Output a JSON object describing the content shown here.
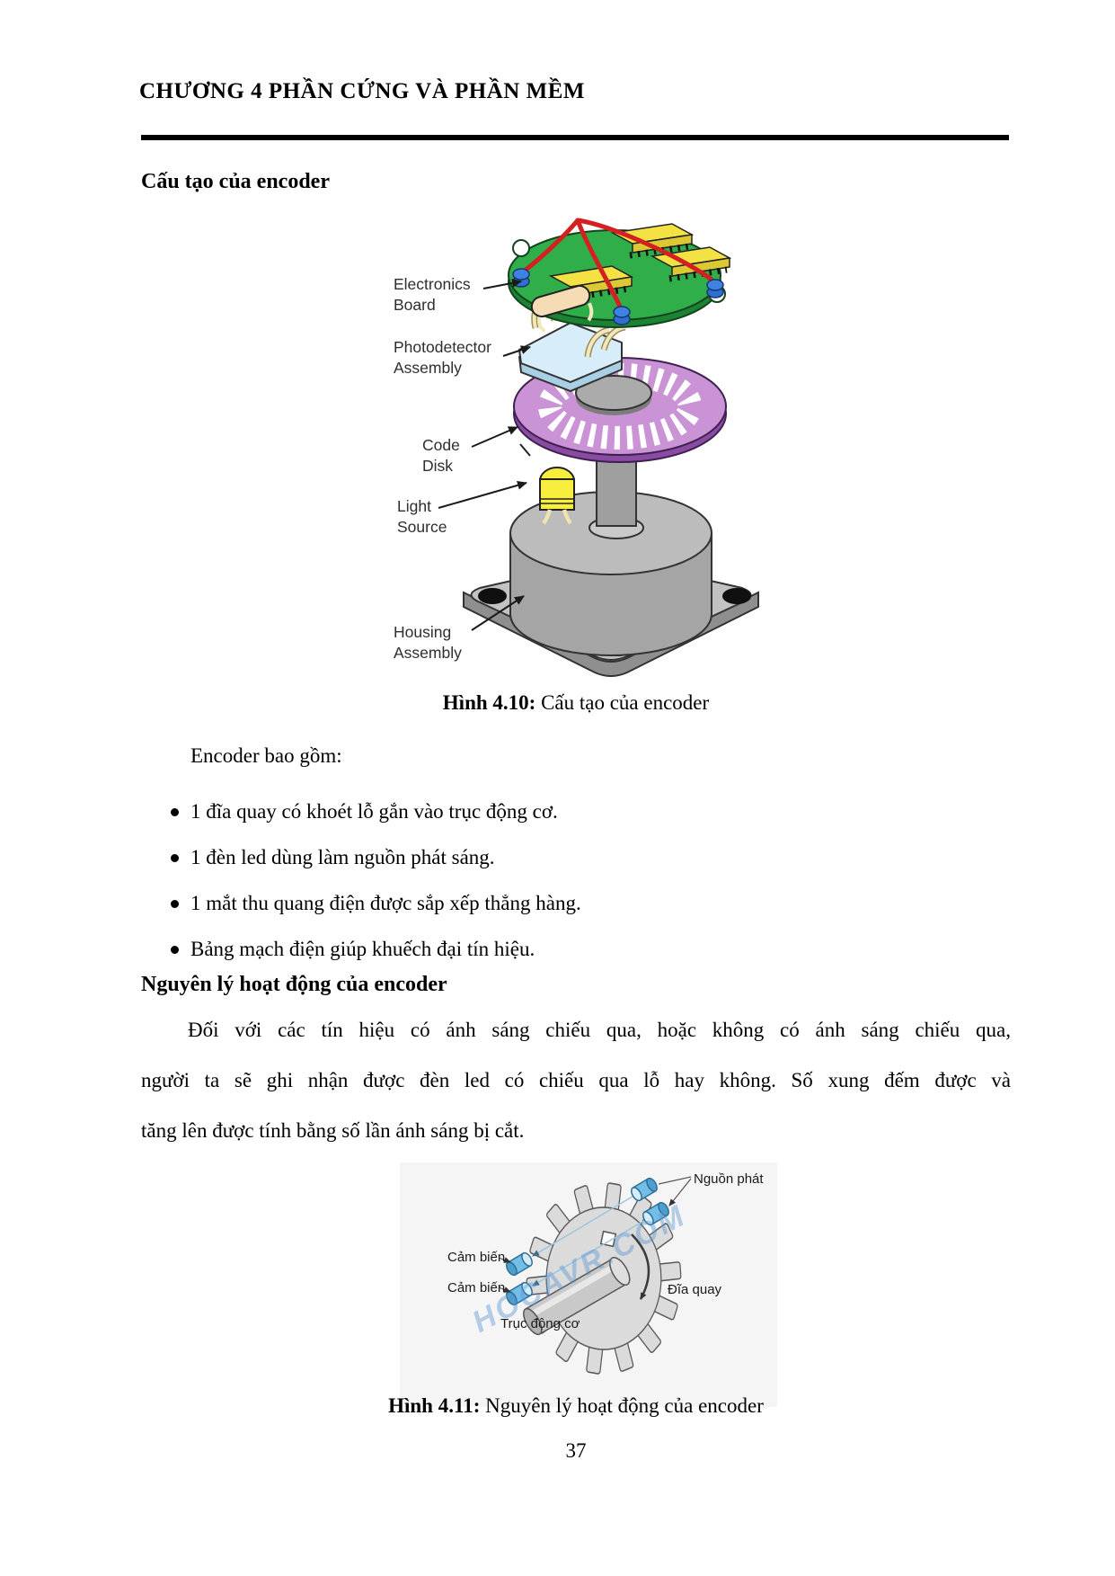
{
  "page": {
    "header": "CHƯƠNG 4 PHẦN CỨNG VÀ PHẦN MỀM",
    "page_number": "37"
  },
  "section1": {
    "heading": "Cấu tạo của encoder",
    "intro": "Encoder bao gồm:",
    "bullets": [
      "1 đĩa quay có khoét lỗ gắn vào trục động cơ.",
      "1 đèn led dùng làm nguồn phát sáng.",
      "1 mắt thu quang điện được sắp xếp thẳng hàng.",
      "Bảng mạch điện giúp khuếch đại tín hiệu."
    ],
    "figure": {
      "labels": {
        "electronics_board": "Electronics\nBoard",
        "photodetector": "Photodetector\nAssembly",
        "code_disk": "Code\nDisk",
        "light_source": "Light\nSource",
        "housing": "Housing\nAssembly"
      },
      "caption_label": "Hình 4.10:",
      "caption_text": " Cấu tạo của encoder"
    }
  },
  "section2": {
    "heading": "Nguyên lý hoạt động của encoder",
    "para_lines": [
      "Đối với các tín hiệu có ánh sáng chiếu qua, hoặc không có ánh sáng chiếu qua,",
      "người ta sẽ ghi nhận được đèn led có chiếu qua lỗ hay không. Số xung đếm được và",
      "tăng lên được tính bằng số lần ánh sáng bị cắt."
    ],
    "figure": {
      "labels": {
        "nguon_phat": "Nguồn phát",
        "cam_bien_1": "Cảm biến",
        "cam_bien_2": "Cảm biến",
        "dia_quay": "Đĩa quay",
        "truc_dong_co": "Trục động cơ"
      },
      "watermark": "HOCAVR.COM",
      "caption_label": "Hình 4.11:",
      "caption_text": " Nguyên lý hoạt động của encoder"
    }
  },
  "colors": {
    "board_green": "#2fae49",
    "chip_yellow": "#f4e244",
    "wire_red": "#d42020",
    "disk_purple": "#c993d6",
    "led_yellow": "#f7ee3e",
    "metal_gray": "#a5a5a5",
    "sensor_blue": "#74bde6",
    "watermark_blue": "#5a96d2"
  }
}
